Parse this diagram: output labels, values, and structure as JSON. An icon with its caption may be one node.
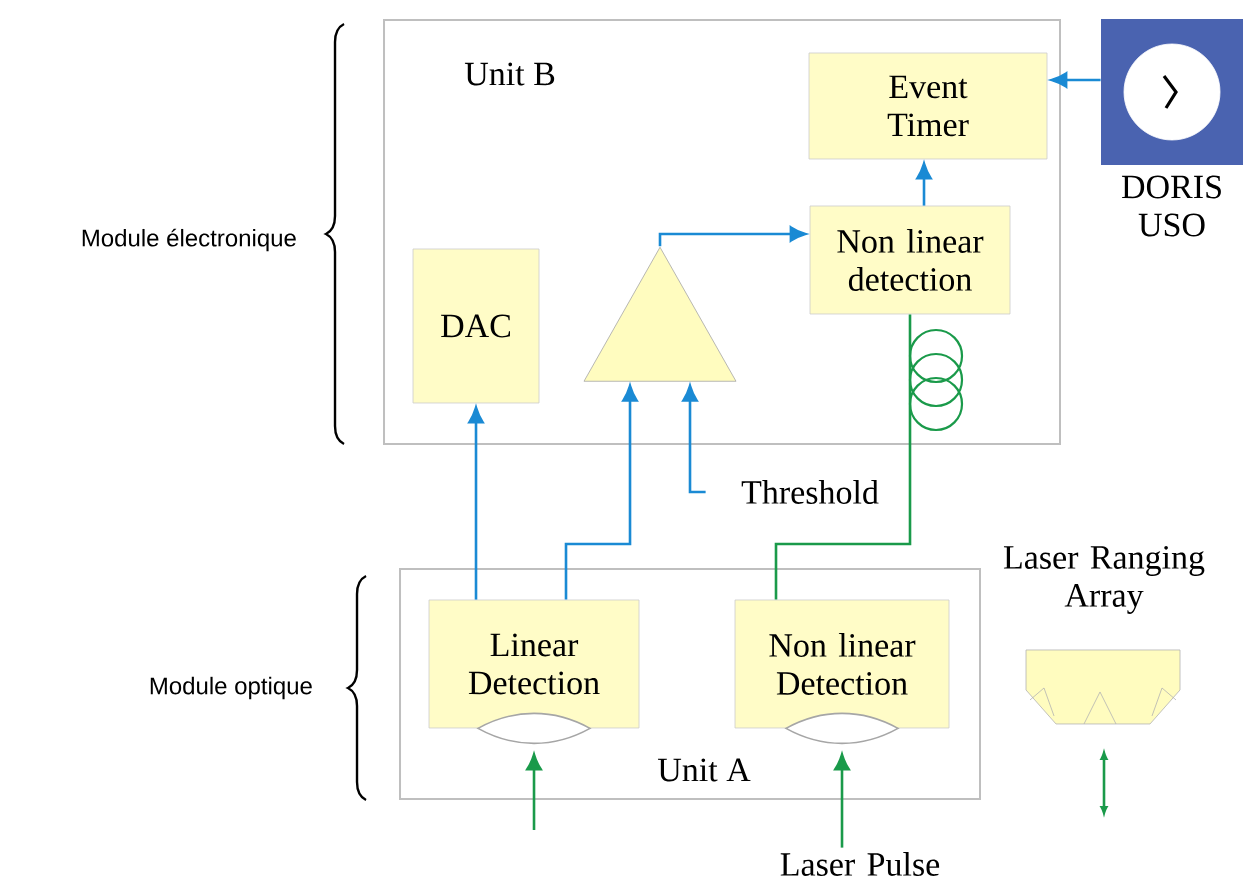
{
  "diagram": {
    "nodes": [
      {
        "text": [
          "Unit B"
        ]
      },
      {
        "text": [
          "Event Timer"
        ],
        "in": 0
      },
      {
        "text": [
          "Non linear detection"
        ],
        "in": 0
      },
      {
        "text": [
          "DAC"
        ],
        "in": 0
      },
      {
        "text": [],
        "shape": "triangle",
        "in": 0
      },
      {
        "text": [
          "DORIS USO"
        ]
      },
      {
        "text": [
          "Threshold"
        ]
      },
      {
        "text": [
          "Unit A"
        ]
      },
      {
        "text": [
          "Linear Detection"
        ],
        "in": 7
      },
      {
        "text": [
          "Non linear Detection"
        ],
        "in": 7
      },
      {
        "text": [
          "Laser Pulse"
        ]
      },
      {
        "text": [
          "Laser Ranging Array"
        ]
      }
    ],
    "edges": [
      {
        "from": 5,
        "to": 1,
        "arrow": "to"
      },
      {
        "from": 2,
        "to": 1,
        "arrow": "to"
      },
      {
        "from": 4,
        "to": 2,
        "arrow": "to"
      },
      {
        "from": 8,
        "to": 3,
        "arrow": "to"
      },
      {
        "from": 8,
        "to": 4,
        "arrow": "to"
      },
      {
        "from": 6,
        "to": 4,
        "arrow": "to"
      },
      {
        "from": 9,
        "to": 2,
        "arrow": "none",
        "color": "#1a9a4a"
      },
      {
        "from": 10,
        "to": 9,
        "arrow": "to",
        "color": "#1a9a4a"
      },
      {
        "from": null,
        "to": 8,
        "arrow": "to",
        "color": "#1a9a4a"
      }
    ],
    "labels": [
      "Module électronique",
      "Module optique"
    ]
  }
}
